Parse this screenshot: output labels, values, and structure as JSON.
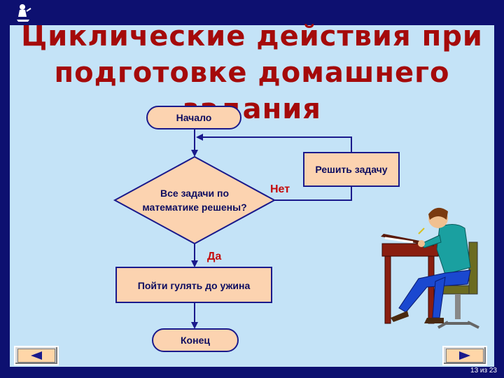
{
  "title": "Циклические действия при\nподготовке домашнего\nзадания",
  "flowchart": {
    "start": "Начало",
    "condition": "Все задачи по\nматематике решены?",
    "loop_action": "Решить задачу",
    "branch_no": "Нет",
    "branch_yes": "Да",
    "yes_action": "Пойти гулять до ужина",
    "end": "Конец"
  },
  "navigation": {
    "prev_icon": "arrow-left-icon",
    "next_icon": "arrow-right-icon"
  },
  "page_counter": "13 из 23",
  "colors": {
    "background": "#0d1070",
    "panel": "#c4e3f7",
    "title": "#a50a0a",
    "shape_fill": "#fcd3b0",
    "shape_stroke": "#1a1a8c",
    "branch_label": "#c50c0c"
  }
}
